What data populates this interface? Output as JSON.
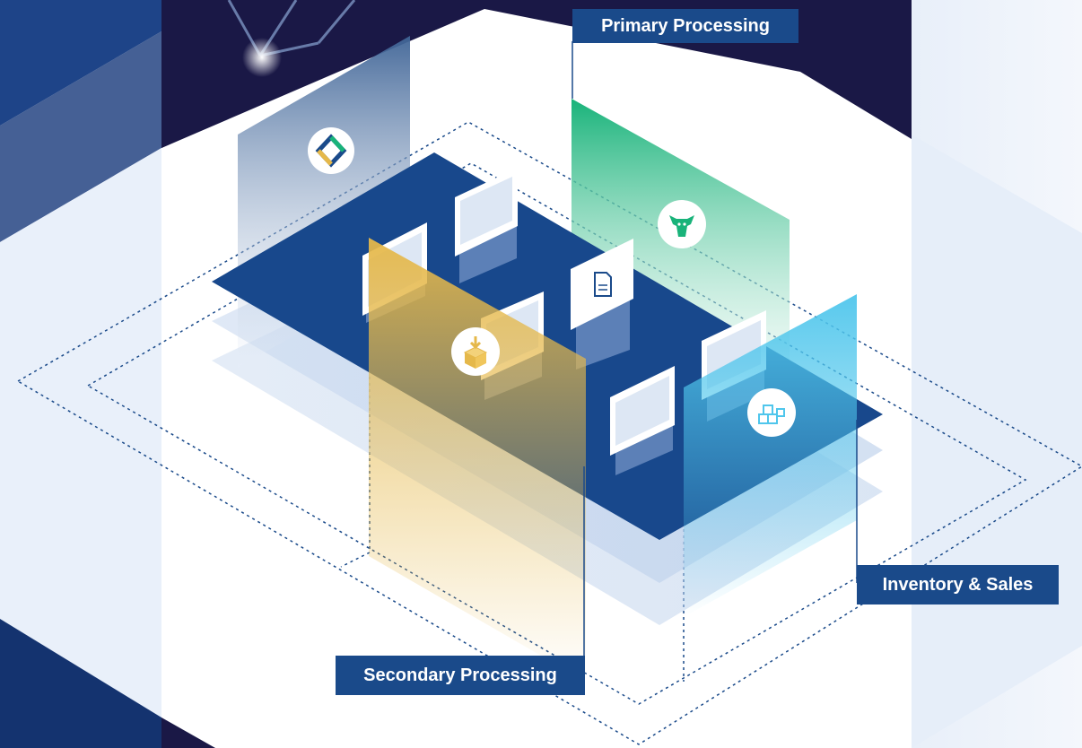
{
  "labels": {
    "primary": "Primary Processing",
    "secondary": "Secondary Processing",
    "inventory": "Inventory & Sales"
  },
  "icons": {
    "primary": "cattle-head-icon",
    "secondary": "box-with-down-arrow-icon",
    "inventory": "stacked-cubes-icon",
    "logo": "brand-logo-icon",
    "document": "document-icon"
  },
  "colors": {
    "navy": "#1a4a8a",
    "dark_navy": "#1a1846",
    "deep_blue": "#18488c",
    "green": "#19b37a",
    "gold": "#e5b84a",
    "cyan": "#4fc6ec",
    "light_blue": "#e9f0fa"
  }
}
